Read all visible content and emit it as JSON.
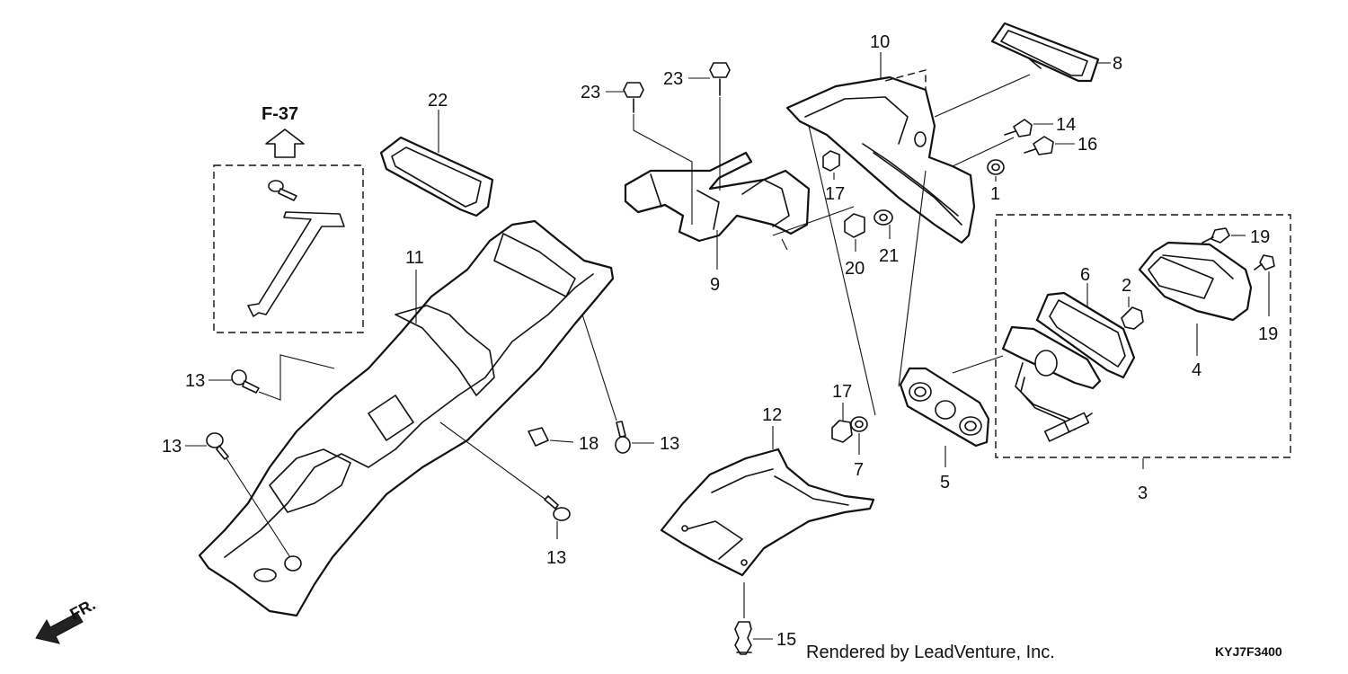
{
  "diagram": {
    "reference": "F-37",
    "direction_label": "FR.",
    "credit": "Rendered by LeadVenture, Inc.",
    "code": "KYJ7F3400",
    "callouts": {
      "c1": "1",
      "c2": "2",
      "c3": "3",
      "c4": "4",
      "c5": "5",
      "c6": "6",
      "c7": "7",
      "c8": "8",
      "c9": "9",
      "c10": "10",
      "c11": "11",
      "c12": "12",
      "c13": "13",
      "c14": "14",
      "c15": "15",
      "c16": "16",
      "c17": "17",
      "c18": "18",
      "c19": "19",
      "c20": "20",
      "c21": "21",
      "c22": "22",
      "c23": "23"
    }
  }
}
